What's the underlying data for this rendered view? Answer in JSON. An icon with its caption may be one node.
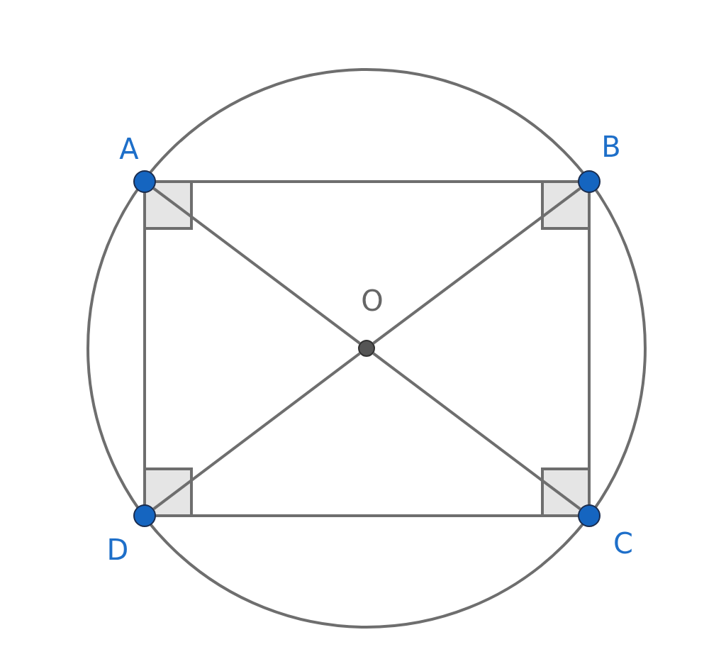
{
  "diagram": {
    "nodes": [
      {
        "text": [],
        "shape": "circle",
        "beside": [
          "A"
        ]
      },
      {
        "text": [],
        "shape": "circle",
        "beside": [
          "B"
        ]
      },
      {
        "text": [],
        "shape": "circle",
        "beside": [
          "C"
        ]
      },
      {
        "text": [],
        "shape": "circle",
        "beside": [
          "D"
        ]
      },
      {
        "text": [],
        "shape": "circle",
        "beside": [
          "O"
        ]
      }
    ],
    "edges": [
      {
        "from": 0,
        "to": 1,
        "arrow": "none"
      },
      {
        "from": 1,
        "to": 2,
        "arrow": "none"
      },
      {
        "from": 2,
        "to": 3,
        "arrow": "none"
      },
      {
        "from": 3,
        "to": 0,
        "arrow": "none"
      },
      {
        "from": 0,
        "to": 4,
        "arrow": "none"
      },
      {
        "from": 4,
        "to": 2,
        "arrow": "none"
      },
      {
        "from": 1,
        "to": 4,
        "arrow": "none"
      },
      {
        "from": 4,
        "to": 3,
        "arrow": "none"
      }
    ]
  }
}
